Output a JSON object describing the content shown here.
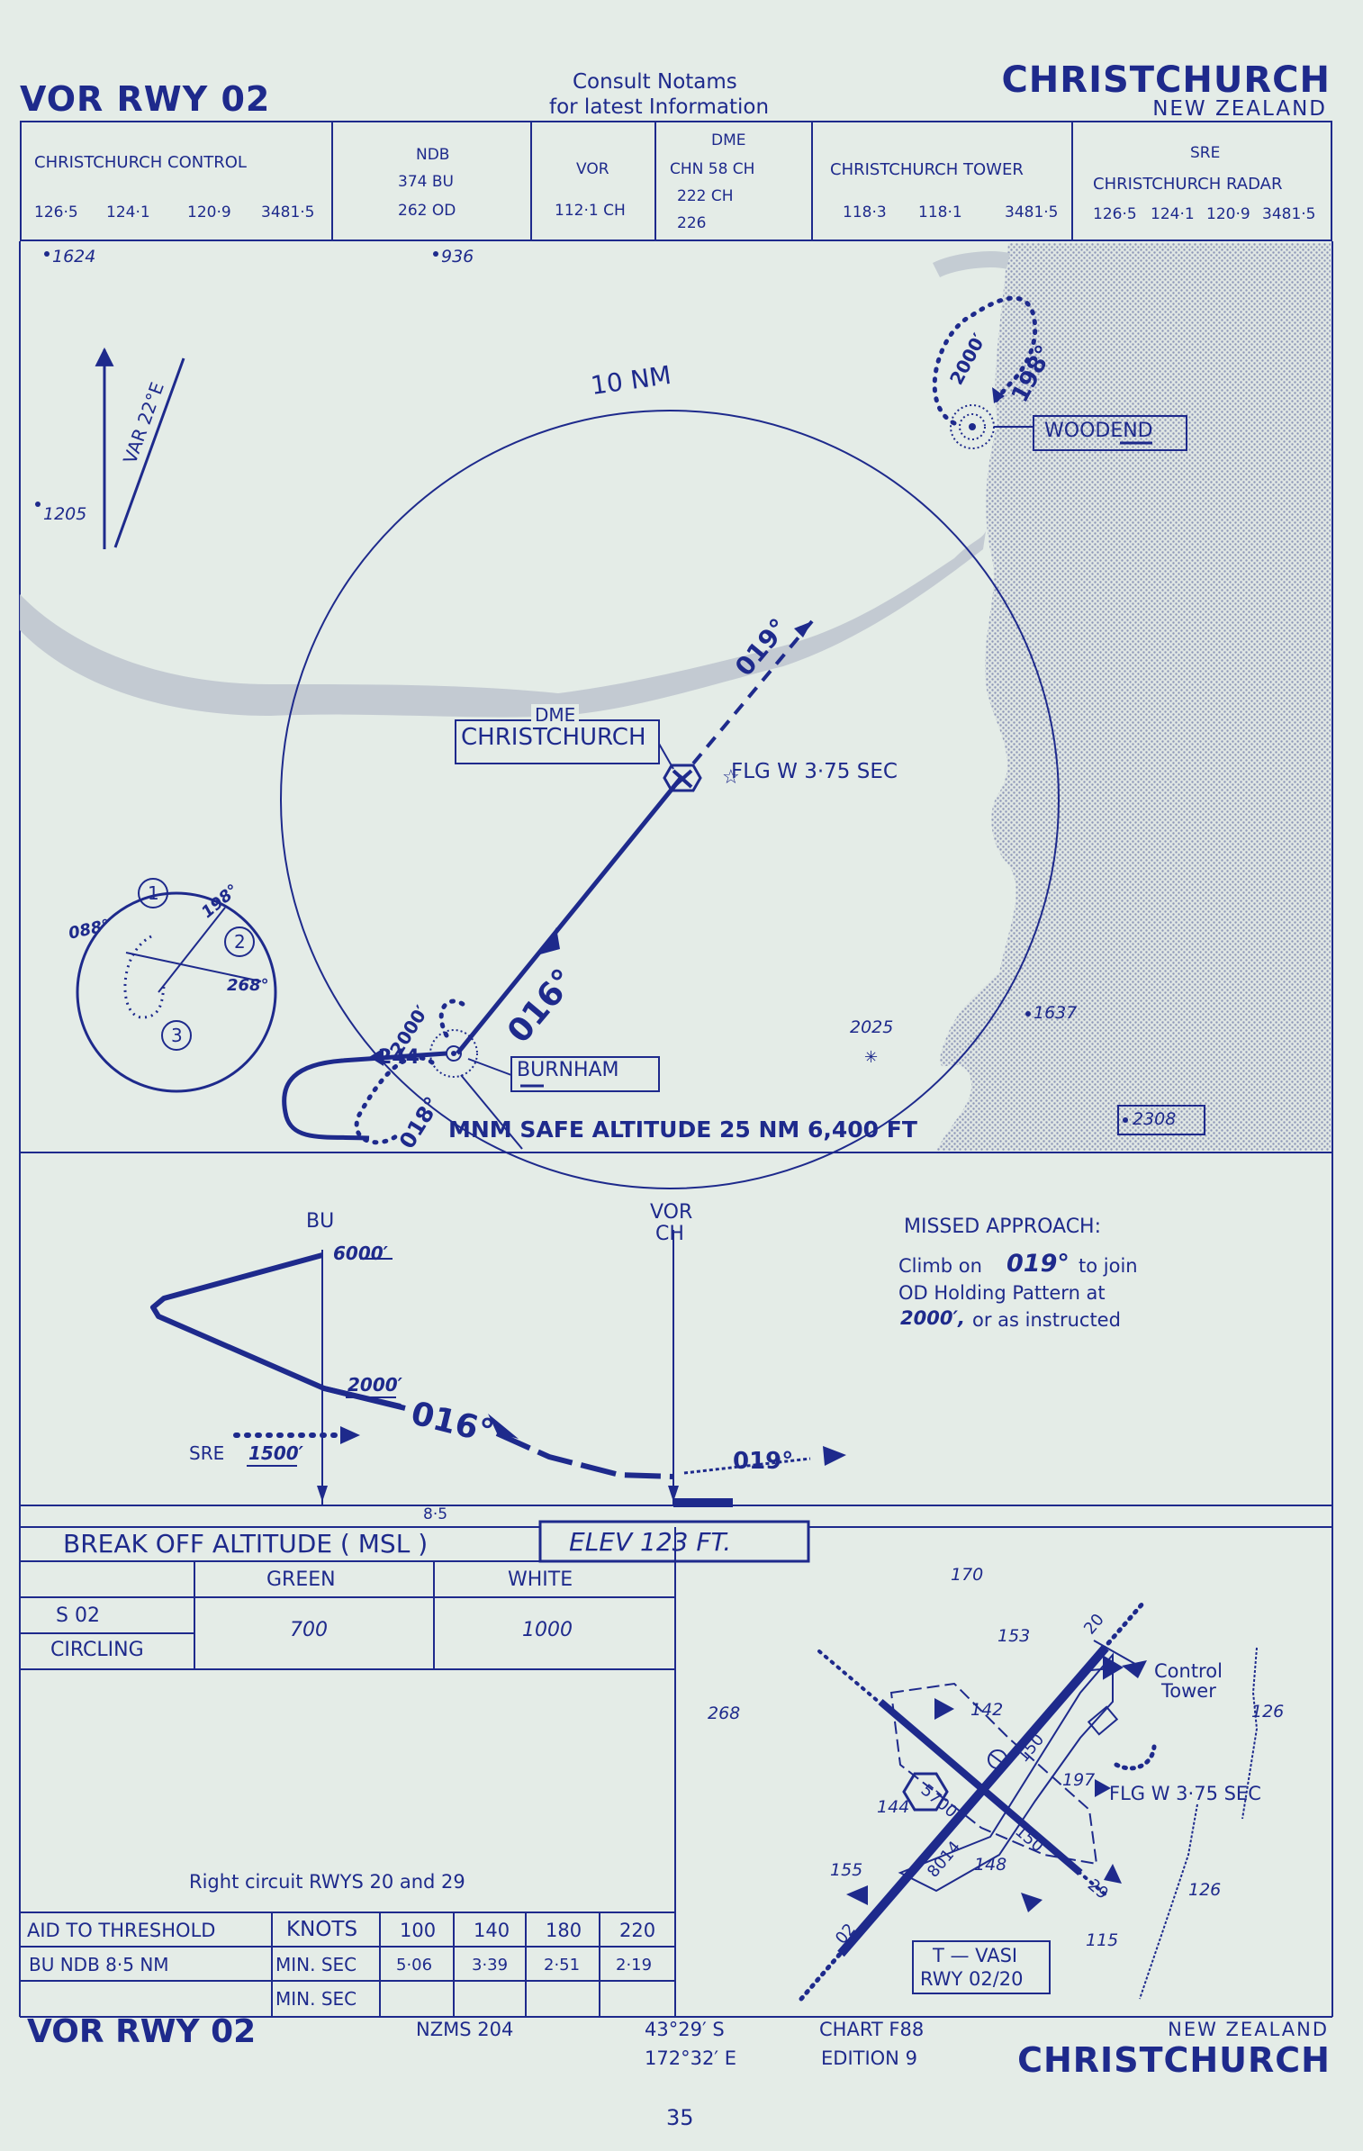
{
  "header": {
    "procedure_left": "VOR   RWY  02",
    "notams_line1": "Consult   Notams",
    "notams_line2": "for  latest  Information",
    "city": "CHRISTCHURCH",
    "country": "NEW ZEALAND"
  },
  "comms": {
    "control_name": "CHRISTCHURCH      CONTROL",
    "control_freqs": [
      "126·5",
      "124·1",
      "120·9",
      "3481·5"
    ],
    "ndb_title": "NDB",
    "ndb_line1": "374   BU",
    "ndb_line2": "262   OD",
    "vor_title": "VOR",
    "vor_freq": "112·1  CH",
    "dme_title": "DME",
    "dme_line1": "CHN   58    CH",
    "dme_line2": "222          CH",
    "dme_line3": "226",
    "tower_name": "CHRISTCHURCH TOWER",
    "tower_freqs": [
      "118·3",
      "118·1",
      "3481·5"
    ],
    "sre_title": "SRE",
    "sre_name": "CHRISTCHURCH RADAR",
    "sre_freqs": [
      "126·5",
      "124·1",
      "120·9",
      "3481·5"
    ]
  },
  "plan": {
    "spot_1624": "1624",
    "spot_936": "936",
    "spot_1205": "1205",
    "spot_2025": "2025",
    "spot_1637": "1637",
    "spot_2308": "2308",
    "variation": "VAR 22°E",
    "ring_label": "10 NM",
    "dme_label": "DME",
    "dme_name": "CHRISTCHURCH",
    "flg_label": "FLG  W 3·75  SEC",
    "course_019": "019°",
    "course_016": "016°",
    "woodend": "WOODEND",
    "hold_2000_top": "2000′",
    "hold_198": "198°",
    "burnham": "BURNHAM",
    "hold_2000_left": "2000′",
    "hold_244": "244",
    "hold_018": "018°",
    "inset_088": "088°",
    "inset_198": "198°",
    "inset_268": "268°",
    "inset_1": "1",
    "inset_2": "2",
    "inset_3": "3",
    "msa": "MNM SAFE ALTITUDE 25 NM  6,400 FT"
  },
  "profile": {
    "bu": "BU",
    "alt_6000": "6000′",
    "vor": "VOR",
    "ch": "CH",
    "alt_2000": "2000′",
    "course_016": "016°",
    "course_019": "019°",
    "sre": "SRE",
    "alt_1500": "1500′",
    "dist": "8·5",
    "missed_title": "MISSED  APPROACH:",
    "missed_line1_a": "Climb  on",
    "missed_line1_b": "019°",
    "missed_line1_c": "to  join",
    "missed_line2": "OD  Holding  Pattern  at",
    "missed_line3_a": "2000′,",
    "missed_line3_b": "or  as  instructed"
  },
  "minima": {
    "title": "BREAK  OFF  ALTITUDE  ( MSL )",
    "elev": "ELEV      123     FT.",
    "col_green": "GREEN",
    "col_white": "WHITE",
    "row_s02": "S  02",
    "row_circling": "CIRCLING",
    "green_val": "700",
    "white_val": "1000",
    "circuit_note": "Right  circuit  RWYS  20  and  29"
  },
  "timing": {
    "header": [
      "AID TO THRESHOLD",
      "KNOTS",
      "100",
      "140",
      "180",
      "220"
    ],
    "aid_cell": "BU   NDB   8·5    NM",
    "row1_label": "MIN. SEC",
    "row1": [
      "5·06",
      "3·39",
      "2·51",
      "2·19"
    ],
    "row2_label": "MIN. SEC",
    "row2": [
      "",
      "",
      "",
      ""
    ]
  },
  "aerodrome": {
    "elev_170": "170",
    "elev_153": "153",
    "elev_268": "268",
    "elev_142": "142",
    "elev_144": "144",
    "elev_155": "155",
    "elev_148": "148",
    "elev_126a": "126",
    "elev_126b": "126",
    "elev_115": "115",
    "elev_197": "197",
    "control_tower_1": "Control",
    "control_tower_2": "Tower",
    "flg": "FLG  W  3·75  SEC",
    "rwy_len_1": "5700",
    "rwy_len_2": "8014",
    "rwy_150_a": "150",
    "rwy_150_b": "150",
    "rwy_02": "02",
    "rwy_20": "20",
    "rwy_29": "29",
    "vasi_1": "T — VASI",
    "vasi_2": "RWY 02/20"
  },
  "footer": {
    "procedure": "VOR   RWY  02",
    "nzms": "NZMS  204",
    "lat": "43°29′ S",
    "lon": "172°32′ E",
    "chart": "CHART   F88",
    "edition": "EDITION  9",
    "country": "NEW  ZEALAND",
    "city": "CHRISTCHURCH",
    "page": "35"
  },
  "colors": {
    "ink": "#1e2a8c",
    "paper": "#e4ece7",
    "water": "#c9d2d6"
  }
}
